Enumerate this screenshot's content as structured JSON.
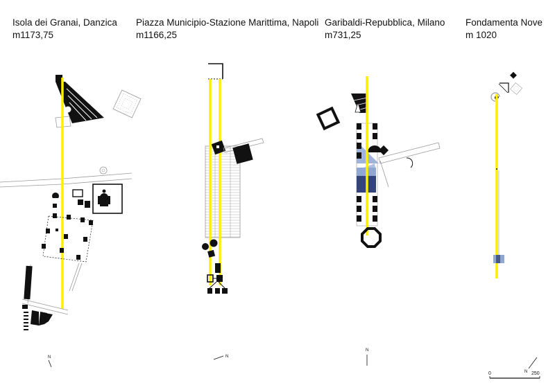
{
  "colors": {
    "axis": "#ffef00",
    "ink": "#111111",
    "line": "#9a9a9a",
    "blue": "#8fa7d1",
    "navy": "#23346b"
  },
  "columns": [
    {
      "name": "Isola dei Granai, Danzica",
      "length": "m1173,75"
    },
    {
      "name": "Piazza Municipio-Stazione Marittima, Napoli",
      "length": "m1166,25"
    },
    {
      "name": "Garibaldi-Repubblica, Milano",
      "length": "m731,25"
    },
    {
      "name": "Fondamenta Nove",
      "length": "m 1020"
    }
  ],
  "north_label": "N",
  "scale_bar": {
    "start": "0",
    "end": "250"
  }
}
